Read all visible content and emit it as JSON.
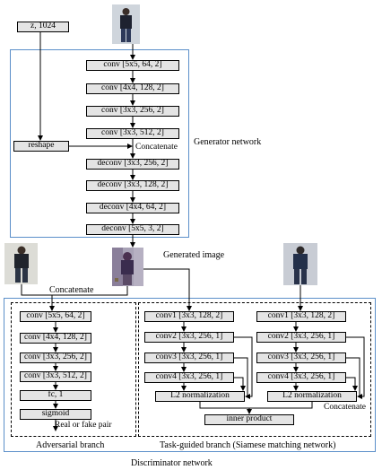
{
  "noise_input": "z, 1024",
  "generator": {
    "title": "Generator network",
    "encoder": [
      "conv [5x5, 64, 2]",
      "conv [4x4, 128, 2]",
      "conv [3x3, 256, 2]",
      "conv [3x3, 512, 2]"
    ],
    "reshape": "reshape",
    "concatenate": "Concatenate",
    "decoder": [
      "deconv [3x3, 256, 2]",
      "deconv [3x3, 128, 2]",
      "deconv [4x4, 64, 2]",
      "deconv [5x5, 3, 2]"
    ]
  },
  "generated_image_label": "Generated image",
  "concatenate_label": "Concatenate",
  "adversarial": {
    "layers": [
      "conv [5x5, 64, 2]",
      "conv [4x4, 128, 2]",
      "conv [3x3, 256, 2]",
      "conv [3x3, 512, 2]",
      "fc, 1",
      "sigmoid"
    ],
    "output": "Real or fake pair",
    "title": "Adversarial branch"
  },
  "siamese": {
    "left": [
      "conv1 [3x3, 128, 2]",
      "conv2 [3x3, 256, 1]",
      "conv3 [3x3, 256, 1]",
      "conv4 [3x3, 256, 1]"
    ],
    "right": [
      "conv1 [3x3, 128, 2]",
      "conv2 [3x3, 256, 1]",
      "conv3 [3x3, 256, 1]",
      "conv4 [3x3, 256, 1]"
    ],
    "l2_norm": "L2 normalization",
    "concatenate": "Concatenate",
    "inner_product": "inner product",
    "title": "Task-guided branch (Siamese matching network)"
  },
  "discriminator_title": "Discriminator network",
  "colors": {
    "generator_border": "#5b8fc9",
    "box_fill": "#e4e4e4"
  }
}
